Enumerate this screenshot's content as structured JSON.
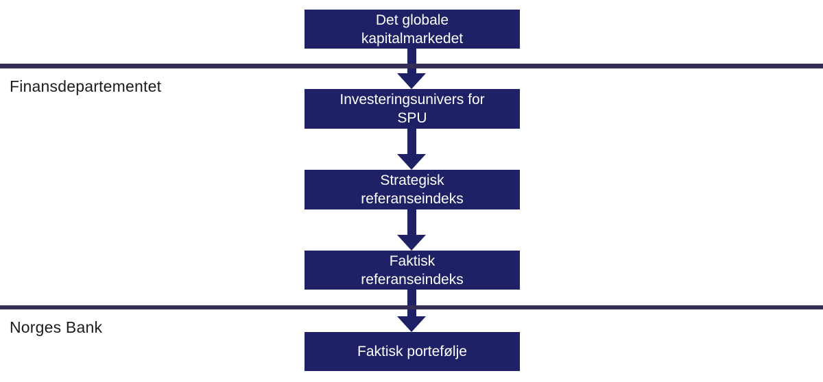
{
  "diagram": {
    "title_implicit": "",
    "colors": {
      "box_fill": "#1f2166",
      "box_text": "#ffffff",
      "divider": "#322e58",
      "section_label_text": "#1c1c1c",
      "background": "#ffffff"
    },
    "section_labels": [
      {
        "label": "Finansdepartementet"
      },
      {
        "label": "Norges Bank"
      }
    ],
    "boxes": [
      {
        "line1": "Det globale",
        "line2": "kapitalmarkedet"
      },
      {
        "line1": "Investeringsunivers for",
        "line2": "SPU"
      },
      {
        "line1": "Strategisk",
        "line2": "referanseindeks"
      },
      {
        "line1": "Faktisk",
        "line2": "referanseindeks"
      },
      {
        "line1": "Faktisk portefølje",
        "line2": ""
      }
    ]
  }
}
